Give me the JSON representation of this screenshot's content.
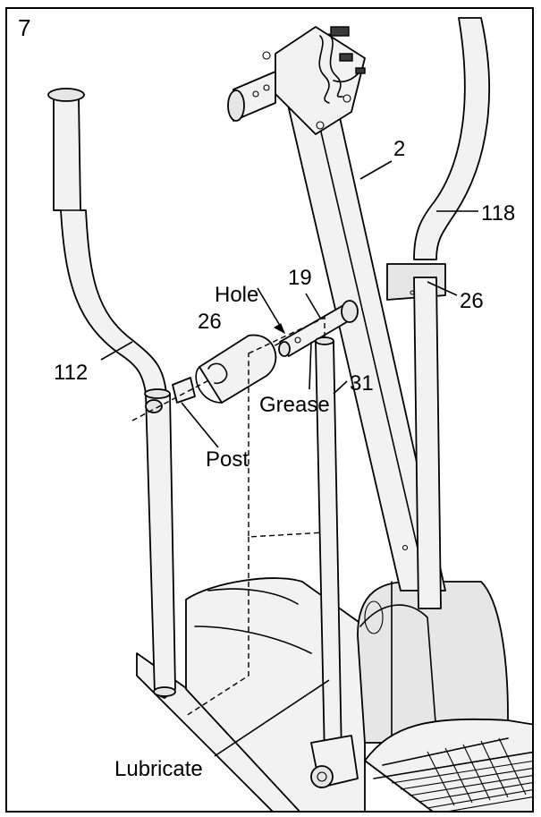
{
  "step_number": "7",
  "callouts": {
    "part_2": "2",
    "part_118": "118",
    "part_26_right": "26",
    "part_19": "19",
    "hole": "Hole",
    "part_26_left": "26",
    "part_112": "112",
    "grease": "Grease",
    "post": "Post",
    "part_31": "31",
    "lubricate": "Lubricate"
  }
}
